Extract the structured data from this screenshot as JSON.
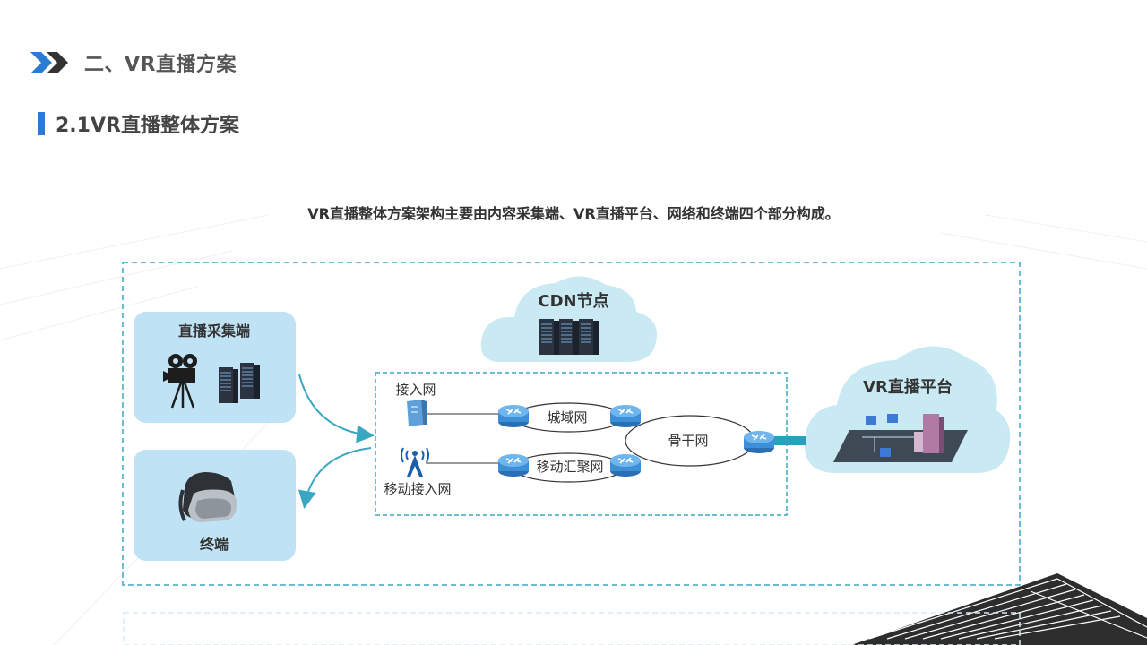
{
  "header": {
    "section_title": "二、VR直播方案",
    "subsection_title": "2.1VR直播整体方案"
  },
  "intro_text": "VR直播整体方案架构主要由内容采集端、VR直播平台、网络和终端四个部分构成。",
  "diagram": {
    "capture_box": {
      "title": "直播采集端"
    },
    "terminal_box": {
      "title": "终端"
    },
    "cdn_cloud": {
      "title": "CDN节点"
    },
    "platform_cloud": {
      "title": "VR直播平台"
    },
    "network": {
      "access": "接入网",
      "mobile_access": "移动接入网",
      "metro": "城域网",
      "mobile_agg": "移动汇聚网",
      "backbone": "骨干网"
    }
  },
  "colors": {
    "accent_blue": "#2a7bd4",
    "box_fill": "#bfe3f5",
    "cloud_fill": "#c9e9f3",
    "dashed_border": "#3aa7c2",
    "router_blue": "#3d8fd8"
  }
}
